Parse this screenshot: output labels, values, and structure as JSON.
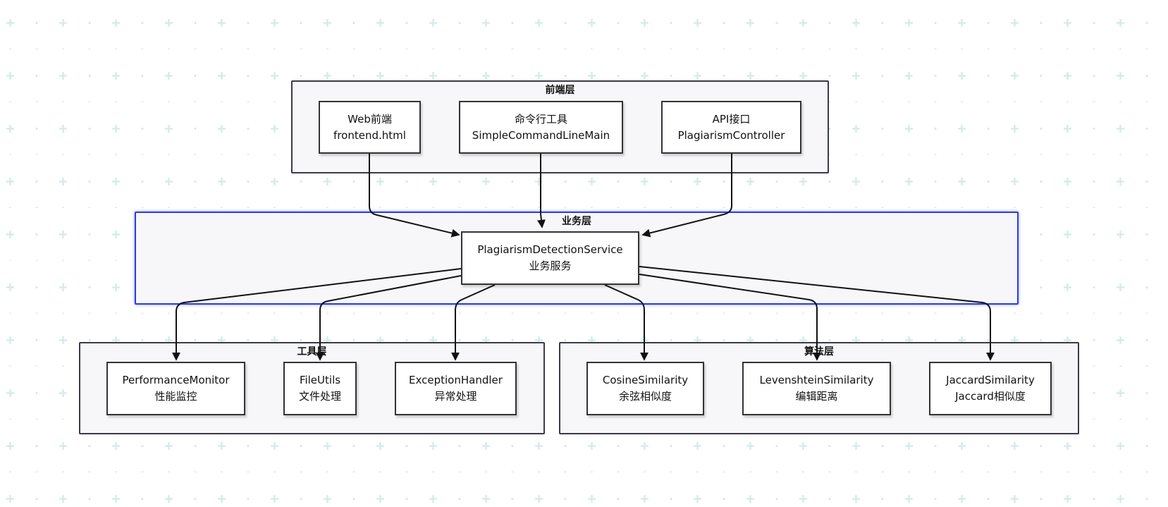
{
  "colors": {
    "background": "#ffffff",
    "grid_plus": "#d3ece9",
    "group_fill": "#f7f7fa",
    "group_border": "#3a3a4a",
    "highlight_border": "#2a3de6",
    "edge": "#111111"
  },
  "groups": {
    "frontend": {
      "title": "前端层"
    },
    "business": {
      "title": "业务层"
    },
    "tools": {
      "title": "工具层"
    },
    "algorithm": {
      "title": "算法层"
    }
  },
  "nodes": {
    "web": {
      "line1": "Web前端",
      "line2": "frontend.html"
    },
    "cli": {
      "line1": "命令行工具",
      "line2": "SimpleCommandLineMain"
    },
    "api": {
      "line1": "API接口",
      "line2": "PlagiarismController"
    },
    "service": {
      "line1": "PlagiarismDetectionService",
      "line2": "业务服务"
    },
    "perf": {
      "line1": "PerformanceMonitor",
      "line2": "性能监控"
    },
    "file": {
      "line1": "FileUtils",
      "line2": "文件处理"
    },
    "exception": {
      "line1": "ExceptionHandler",
      "line2": "异常处理"
    },
    "cosine": {
      "line1": "CosineSimilarity",
      "line2": "余弦相似度"
    },
    "levenshtein": {
      "line1": "LevenshteinSimilarity",
      "line2": "编辑距离"
    },
    "jaccard": {
      "line1": "JaccardSimilarity",
      "line2": "Jaccard相似度"
    }
  }
}
